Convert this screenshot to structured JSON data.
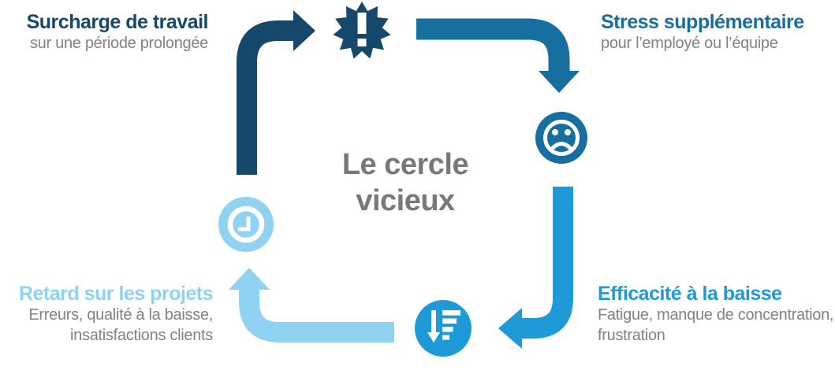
{
  "diagram": {
    "title_line1": "Le cercle",
    "title_line2": "vicieux",
    "title_color": "#77787b",
    "subtitle_text_color": "#808285"
  },
  "stages": [
    {
      "name": "surcharge-de-travail",
      "heading": "Surcharge de travail",
      "sub_lines": [
        "sur une période prolongée"
      ],
      "icon": "alert-burst-icon",
      "color": "#16486b"
    },
    {
      "name": "stress-supplementaire",
      "heading": "Stress supplémentaire",
      "sub_lines": [
        "pour l’employé ou l’équipe"
      ],
      "icon": "sad-face-icon",
      "color": "#166f9f"
    },
    {
      "name": "efficacite-a-la-baisse",
      "heading": "Efficacité à la baisse",
      "sub_lines": [
        "Fatigue, manque de concentration,",
        "frustration"
      ],
      "icon": "sort-descending-icon",
      "color": "#1e9ad9"
    },
    {
      "name": "retard-sur-les-projets",
      "heading": "Retard sur les projets",
      "sub_lines": [
        "Erreurs, qualité à la baisse,",
        "insatisfactions clients"
      ],
      "icon": "clock-icon",
      "color": "#8fd2f2"
    }
  ],
  "arrows": [
    {
      "name": "arrow-clock-to-alert",
      "color": "#16486b"
    },
    {
      "name": "arrow-alert-to-sad-face",
      "color": "#166f9f"
    },
    {
      "name": "arrow-sad-face-to-sort",
      "color": "#1e9ad9"
    },
    {
      "name": "arrow-sort-to-clock",
      "color": "#8fd2f2"
    }
  ]
}
